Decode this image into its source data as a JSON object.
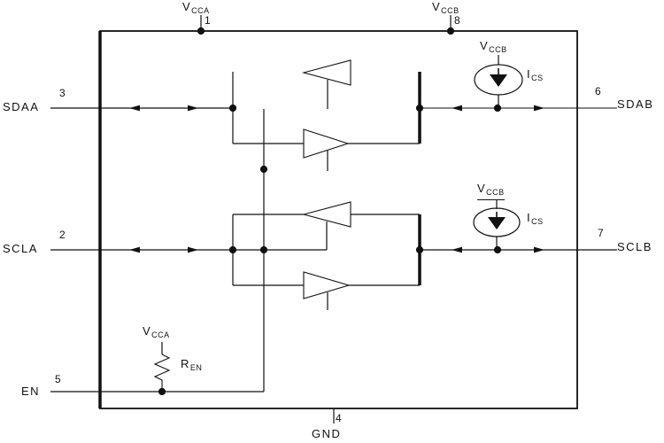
{
  "pins": {
    "vcca": {
      "label": "V",
      "sub": "CCA",
      "number": "1"
    },
    "vccb": {
      "label": "V",
      "sub": "CCB",
      "number": "8"
    },
    "sdaa": {
      "label": "SDAA",
      "number": "3"
    },
    "scla": {
      "label": "SCLA",
      "number": "2"
    },
    "en": {
      "label": "EN",
      "number": "5"
    },
    "gnd": {
      "label": "GND",
      "number": "4"
    },
    "sdab": {
      "label": "SDAB",
      "number": "6"
    },
    "sclb": {
      "label": "SCLB",
      "number": "7"
    }
  },
  "internal": {
    "vccb_sda": {
      "label": "V",
      "sub": "CCB"
    },
    "ics_sda": {
      "label": "I",
      "sub": "CS"
    },
    "vccb_scl": {
      "label": "V",
      "sub": "CCB"
    },
    "ics_scl": {
      "label": "I",
      "sub": "CS"
    },
    "vcca_en": {
      "label": "V",
      "sub": "CCA"
    },
    "ren": {
      "label": "R",
      "sub": "EN"
    }
  },
  "colors": {
    "line": "#111111",
    "background": "#ffffff"
  }
}
